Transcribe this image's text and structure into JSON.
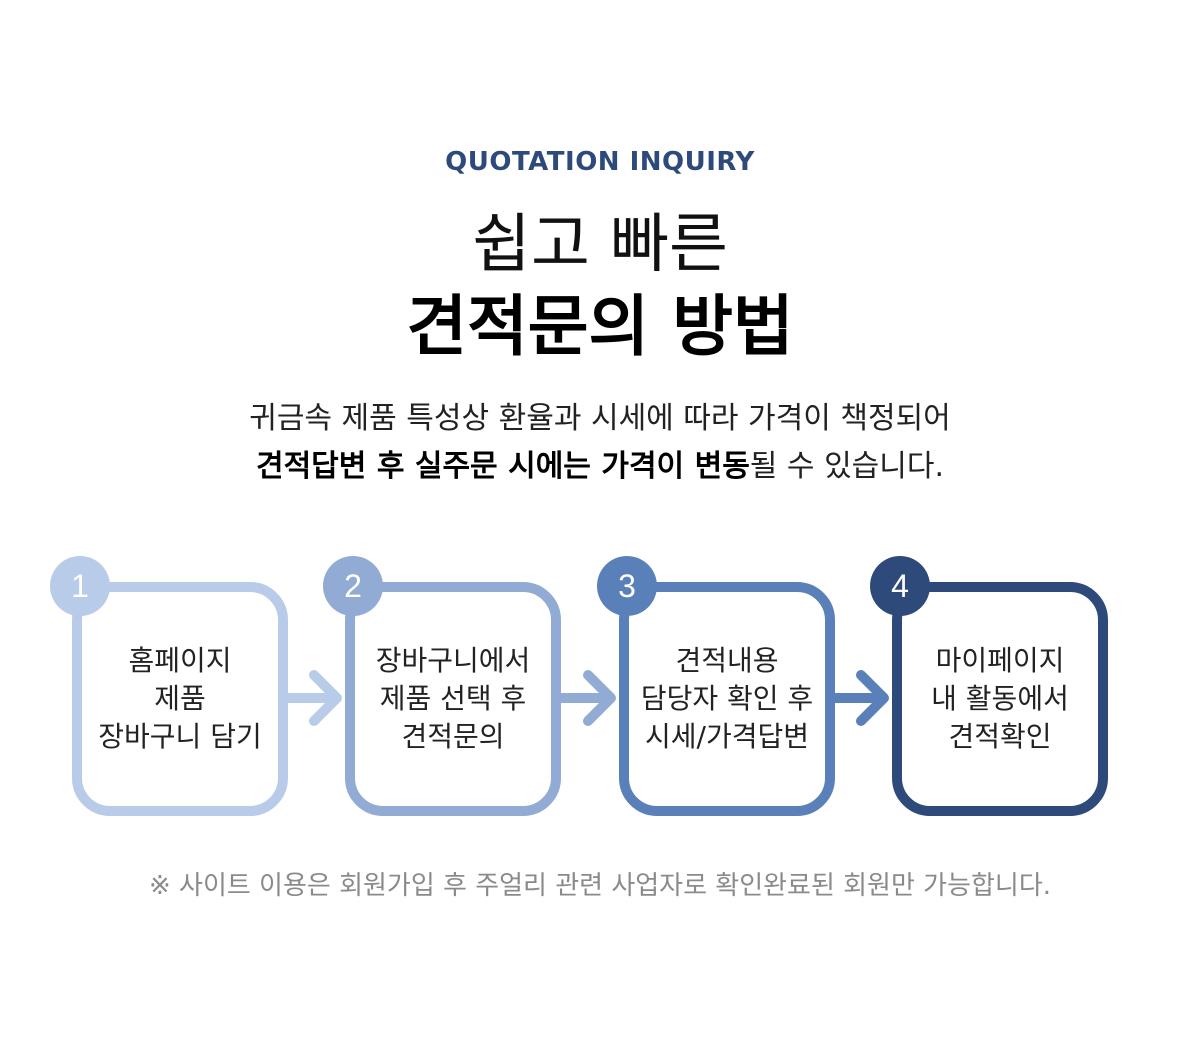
{
  "header": {
    "eyebrow": "QUOTATION INQUIRY",
    "title_line1": "쉽고 빠른",
    "title_line2": "견적문의 방법"
  },
  "description": {
    "line1": "귀금속 제품 특성상 환율과 시세에 따라 가격이 책정되어",
    "line2_bold1": "견적답변 후 실주문 시에는 가격이 변동",
    "line2_rest": "될 수 있습니다."
  },
  "steps": [
    {
      "number": "1",
      "lines": [
        "홈페이지",
        "제품",
        "장바구니 담기"
      ],
      "color": "#b8cbe8"
    },
    {
      "number": "2",
      "lines": [
        "장바구니에서",
        "제품 선택 후",
        "견적문의"
      ],
      "color": "#91abd4"
    },
    {
      "number": "3",
      "lines": [
        "견적내용",
        "담당자 확인 후",
        "시세/가격답변"
      ],
      "color": "#5a80b9"
    },
    {
      "number": "4",
      "lines": [
        "마이페이지",
        "내 활동에서",
        "견적확인"
      ],
      "color": "#2d4a7a"
    }
  ],
  "notice": "※ 사이트 이용은 회원가입 후 주얼리 관련 사업자로 확인완료된 회원만 가능합니다."
}
